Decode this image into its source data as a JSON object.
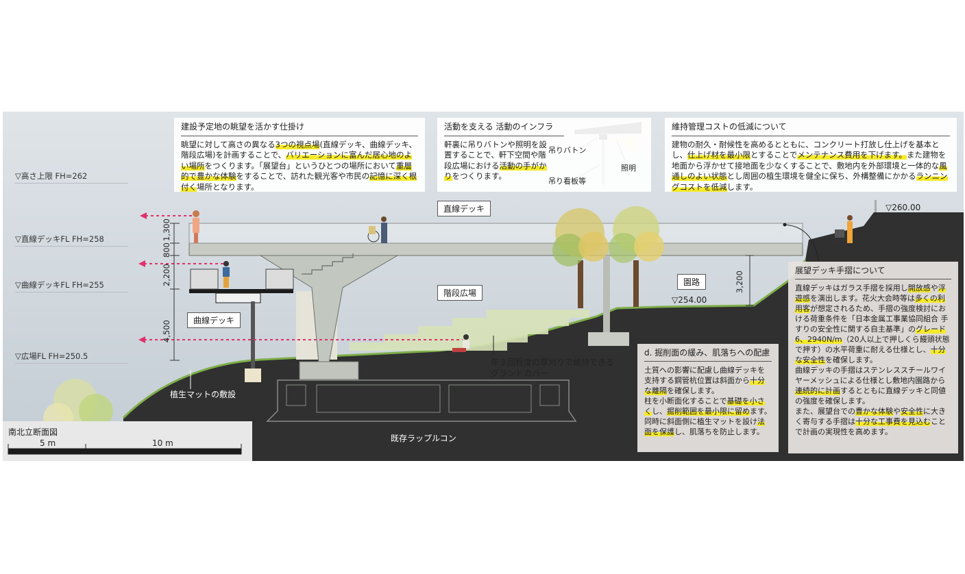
{
  "levels": [
    {
      "label": "▽高さ上限 FH=262"
    },
    {
      "label": "▽直線デッキFL FH=258"
    },
    {
      "label": "▽曲線デッキFL FH=255"
    },
    {
      "label": "▽広場FL FH=250.5"
    }
  ],
  "box_view": {
    "title": "建設予定地の眺望を活かす仕掛け",
    "parts": [
      "眺望に対して高さの異なる",
      "3つの視点場",
      "(直線デッキ、曲線デッキ、階段広場)を計画することで、",
      "バリエーションに富んだ居心地のよい場所",
      "をつくります。「展望台」というひとつの場所において",
      "重層的で豊かな体験",
      "をすることで、訪れた観光客や市民の",
      "記憶に深く根付く",
      "場所となります。"
    ]
  },
  "box_infra": {
    "title": "活動を支える 活動のインフラ",
    "parts": [
      "軒裏に吊りバトンや照明を設置することで、軒下空間や階段広場における",
      "活動の手がかり",
      "をつくります。"
    ],
    "labels": {
      "baton": "吊りバトン",
      "light": "照明",
      "sign": "吊り看板等"
    }
  },
  "box_maint": {
    "title": "維持管理コストの低減について",
    "parts": [
      "建物の耐久・耐候性を高めるとともに、コンクリート打放し仕上げを基本とし、",
      "仕上げ材を最小限",
      "とすることで",
      "メンテナンス費用を下げます。",
      "また建物を地面から浮かせて接地面を少なくすることで、敷地内を外部環境と一体的な",
      "風通しのよい状態",
      "とし周囲の植生環境を健全に保ち、外構整備にかかる",
      "ランニングコストを低減",
      "します。"
    ]
  },
  "box_handrail": {
    "title": "展望デッキ手摺について",
    "parts": [
      "直線デッキはガラス手摺を採用し",
      "開放感",
      "や",
      "浮遊感",
      "を演出します。花火大会時等は",
      "多くの利用客",
      "が想定されるため、手摺の強度検討における荷重条件を「日本金属工事業協同組合 手すりの安全性に関する自主基準」の",
      "グレード6、2940N/m",
      "（20人以上で押しくら饅頭状態で押す）の水平荷重に耐える仕様とし、",
      "十分な安全性",
      "を確保します。",
      "曲線デッキの手摺はステンレススチールワイヤーメッシュによる仕様とし敷地内園路から",
      "連続的に計画",
      "するとともに直線デッキと同値の強度を確保します。",
      "また、展望台での",
      "豊かな体験",
      "や",
      "安全性",
      "に大きく寄与する手摺は",
      "十分な工事費を見込む",
      "ことで計画の実現性を高めます。"
    ]
  },
  "box_slope": {
    "title": "d. 掘削面の緩み、肌落ちへの配慮",
    "parts": [
      "土質への影響に配慮し曲線デッキを支持する鋼管杭位置は斜面から",
      "十分な離隔",
      "を確保します。",
      "柱を小断面化することで",
      "基礎を小さく",
      "し、",
      "掘削範囲を最小限に留め",
      "ます。同時に斜面側に植生マットを設け",
      "法面を保護",
      "し、肌落ちを防止します。"
    ]
  },
  "tags": {
    "straight_deck": "直線デッキ",
    "stair_plaza": "階段広場",
    "curved_deck": "曲線デッキ",
    "garden_path": "園路"
  },
  "notes": {
    "el_260": "▽260.00",
    "el_254": "▽254.00",
    "grass_note_1": "年３回程度の草刈りで維持できる",
    "grass_note_2": "グランドカバー",
    "veg_mat": "植生マットの敷設",
    "rubble": "既存ラップルコン",
    "section_title": "南北立断面図",
    "scale_5": "5 m",
    "scale_10": "10 m"
  },
  "dims": {
    "d1300": "1,300",
    "d800": "800",
    "d2200": "2,200",
    "d4500": "4,500",
    "d3200": "3,200"
  },
  "colors": {
    "sky": "#cdd6de",
    "ground": "#2e2f2e",
    "concrete": "#c9cdc6",
    "highlight": "#f5ea2a",
    "sightline": "#e0306a"
  }
}
